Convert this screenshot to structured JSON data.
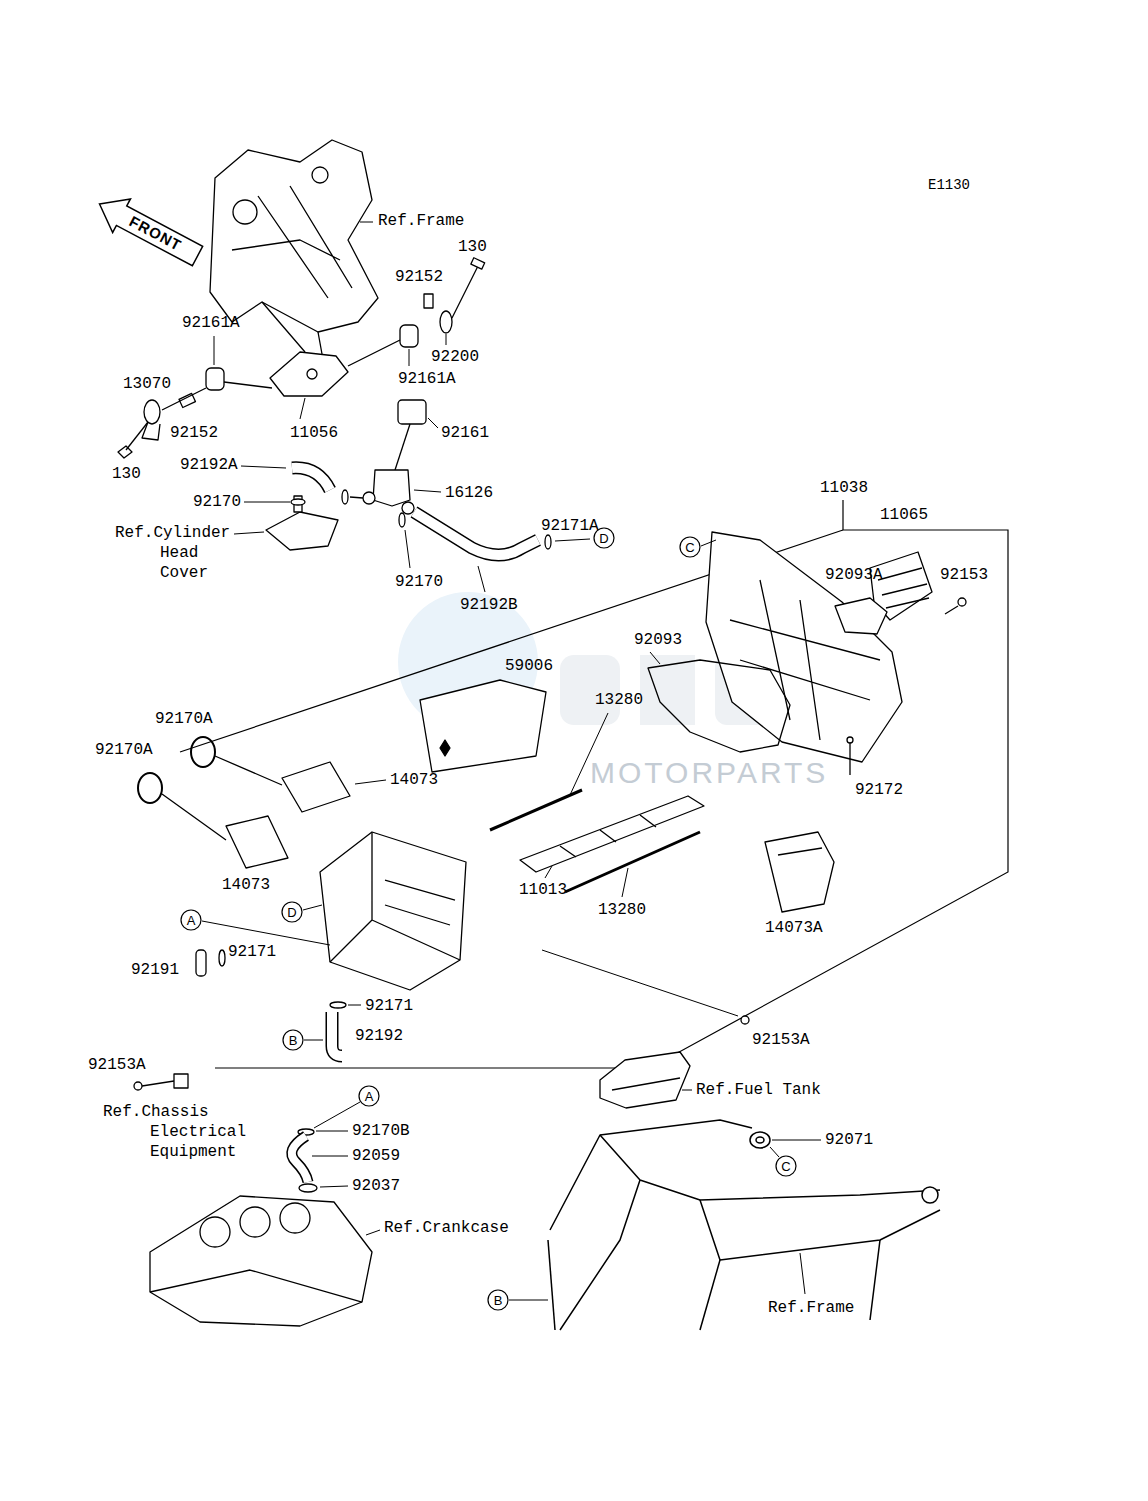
{
  "diagram": {
    "nodes": [
      {
        "text": [
          "FRONT"
        ]
      },
      {
        "text": [
          "D"
        ]
      },
      {
        "text": [
          "C"
        ]
      },
      {
        "text": [
          "D"
        ]
      },
      {
        "text": [
          "A"
        ]
      },
      {
        "text": [
          "B"
        ]
      },
      {
        "text": [
          "A"
        ]
      },
      {
        "text": [
          "C"
        ]
      },
      {
        "text": [
          "B"
        ]
      }
    ],
    "labels": [
      "E1130",
      "Ref.Frame",
      "130",
      "92152",
      "92161A",
      "92200",
      "92161A",
      "13070",
      "92152",
      "11056",
      "92161",
      "92192A",
      "130",
      "11038",
      "92170",
      "16126",
      "92171A",
      "11065",
      "Ref.Cylinder Head Cover",
      "92093A",
      "92153",
      "92170",
      "92192B",
      "92093",
      "59006",
      "13280",
      "92170A",
      "92170A",
      "MOTORPARTS",
      "14073",
      "92172",
      "14073",
      "11013",
      "13280",
      "14073A",
      "92171",
      "92191",
      "92171",
      "92192",
      "92153A",
      "92153A",
      "Ref.Fuel Tank",
      "Ref.Chassis Electrical Equipment",
      "92170B",
      "92071",
      "92059",
      "92037",
      "Ref.Crankcase",
      "Ref.Frame"
    ]
  }
}
